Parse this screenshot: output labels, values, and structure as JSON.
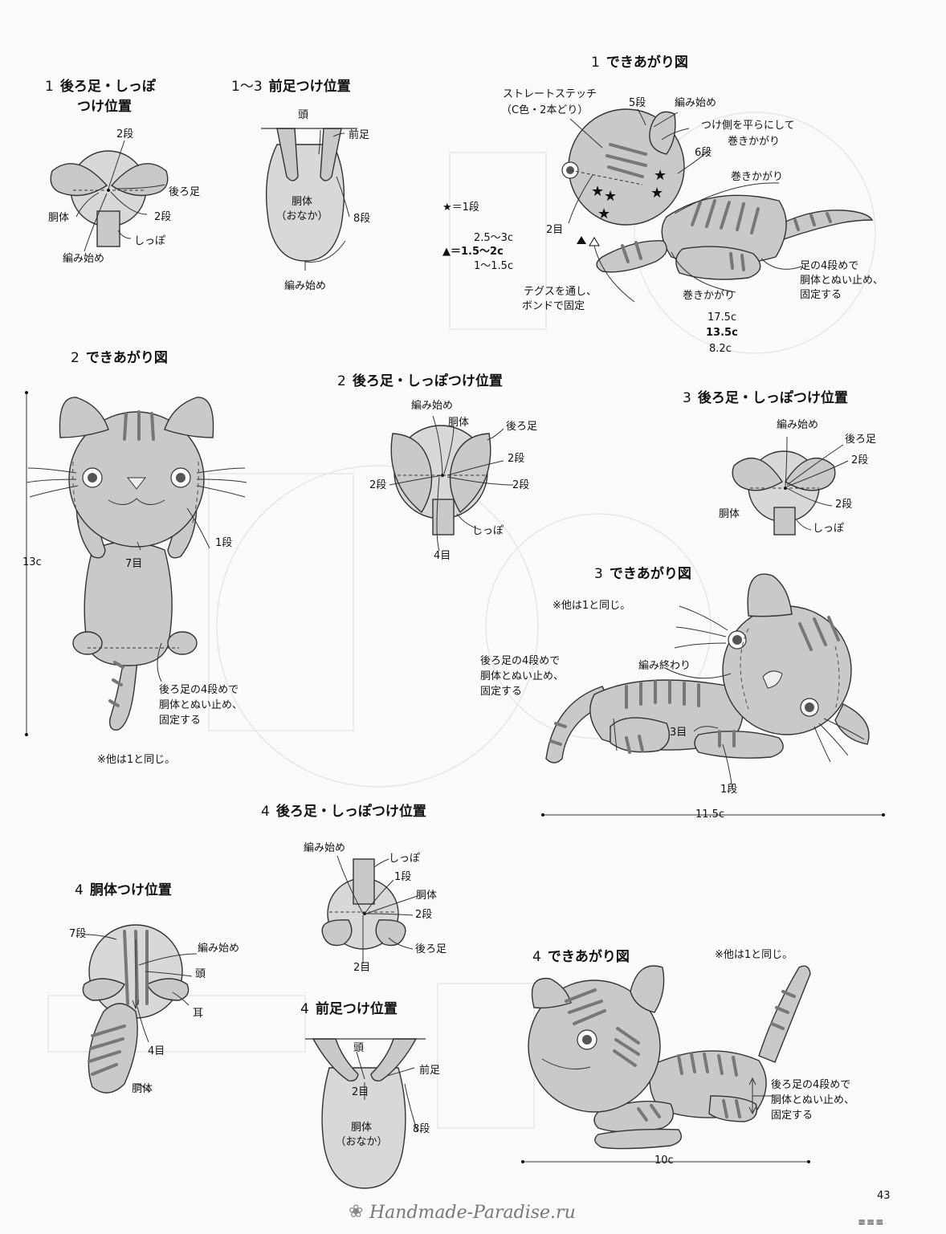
{
  "page_number": "43",
  "watermark": "Handmade-Paradise.ru",
  "footer_marks": "≡≡≡",
  "sections": {
    "s1_hind": {
      "num": "1",
      "title_line1": "後ろ足・しっぽ",
      "title_line2": "つけ位置"
    },
    "s13_front": {
      "num": "1〜3",
      "title": "前足つけ位置"
    },
    "s1_finish": {
      "num": "1",
      "title": "できあがり図"
    },
    "s2_finish": {
      "num": "2",
      "title": "できあがり図"
    },
    "s2_hind": {
      "num": "2",
      "title": "後ろ足・しっぽつけ位置"
    },
    "s3_hind": {
      "num": "3",
      "title": "後ろ足・しっぽつけ位置"
    },
    "s3_finish": {
      "num": "3",
      "title": "できあがり図"
    },
    "s4_hind": {
      "num": "4",
      "title": "後ろ足・しっぽつけ位置"
    },
    "s4_body": {
      "num": "4",
      "title": "胴体つけ位置"
    },
    "s4_front": {
      "num": "4",
      "title": "前足つけ位置"
    },
    "s4_finish": {
      "num": "4",
      "title": "できあがり図"
    }
  },
  "labels": {
    "d1h_2dan_top": "2段",
    "d1h_ushiroashi": "後ろ足",
    "d1h_dotai": "胴体",
    "d1h_2dan": "2段",
    "d1h_shippo": "しっぽ",
    "d1h_amihajime": "編み始め",
    "d13_atama": "頭",
    "d13_maeashi": "前足",
    "d13_dotai": "胴体",
    "d13_onaka": "（おなか）",
    "d13_8dan": "8段",
    "d13_amihajime": "編み始め",
    "f1_straight": "ストレートステッチ",
    "f1_straight2": "（C色・2本どり）",
    "f1_5dan": "5段",
    "f1_amihajime": "編み始め",
    "f1_tsukegawa": "つけ側を平らにして",
    "f1_makikagari_top": "巻きかがり",
    "f1_6dan": "6段",
    "f1_makikagari": "巻きかがり",
    "f1_2me": "2目",
    "f1_star_legend": "★＝1段",
    "f1_tri_a": "2.5〜3c",
    "f1_tri_b": "▲＝1.5〜2c",
    "f1_tri_c": "1〜1.5c",
    "f1_tegusu": "テグスを通し、",
    "f1_bond": "ボンドで固定",
    "f1_makikagari2": "巻きかがり",
    "f1_ashi4dan": "足の4段めで",
    "f1_nuitome": "胴体とぬい止め、",
    "f1_kotei": "固定する",
    "f1_w1": "17.5c",
    "f1_w2": "13.5c",
    "f1_w3": "8.2c",
    "f2_height": "13c",
    "f2_7me": "7目",
    "f2_1dan": "1段",
    "f2_ushiro4dan": "後ろ足の4段めで",
    "f2_nuitome": "胴体とぬい止め、",
    "f2_kotei": "固定する",
    "f2_other": "※他は1と同じ。",
    "d2h_amihajime": "編み始め",
    "d2h_dotai": "胴体",
    "d2h_ushiroashi": "後ろ足",
    "d2h_2dan_r": "2段",
    "d2h_2dan_l": "2段",
    "d2h_shippo": "しっぽ",
    "d2h_4me": "4目",
    "d3h_amihajime": "編み始め",
    "d3h_ushiroashi": "後ろ足",
    "d3h_2dan_top": "2段",
    "d3h_dotai": "胴体",
    "d3h_2dan": "2段",
    "d3h_shippo": "しっぽ",
    "f3_other": "※他は1と同じ。",
    "f3_ushiro4dan": "後ろ足の4段めで",
    "f3_nuitome": "胴体とぬい止め、",
    "f3_kotei": "固定する",
    "f3_amiowari": "編み終わり",
    "f3_3me": "3目",
    "f3_1dan": "1段",
    "f3_w": "11.5c",
    "d4h_amihajime": "編み始め",
    "d4h_shippo": "しっぽ",
    "d4h_1dan": "1段",
    "d4h_dotai": "胴体",
    "d4h_2dan": "2段",
    "d4h_ushiroashi": "後ろ足",
    "d4h_2me": "2目",
    "d4b_7dan": "7段",
    "d4b_amihajime": "編み始め",
    "d4b_atama": "頭",
    "d4b_mimi": "耳",
    "d4b_4me": "4目",
    "d4b_dotai": "胴体",
    "d4f_atama": "頭",
    "d4f_maeashi": "前足",
    "d4f_2me": "2目",
    "d4f_dotai": "胴体",
    "d4f_onaka": "（おなか）",
    "d4f_8dan": "8段",
    "f4_other": "※他は1と同じ。",
    "f4_ushiro4dan": "後ろ足の4段めで",
    "f4_nuitome": "胴体とぬい止め、",
    "f4_kotei": "固定する",
    "f4_w": "10c"
  }
}
